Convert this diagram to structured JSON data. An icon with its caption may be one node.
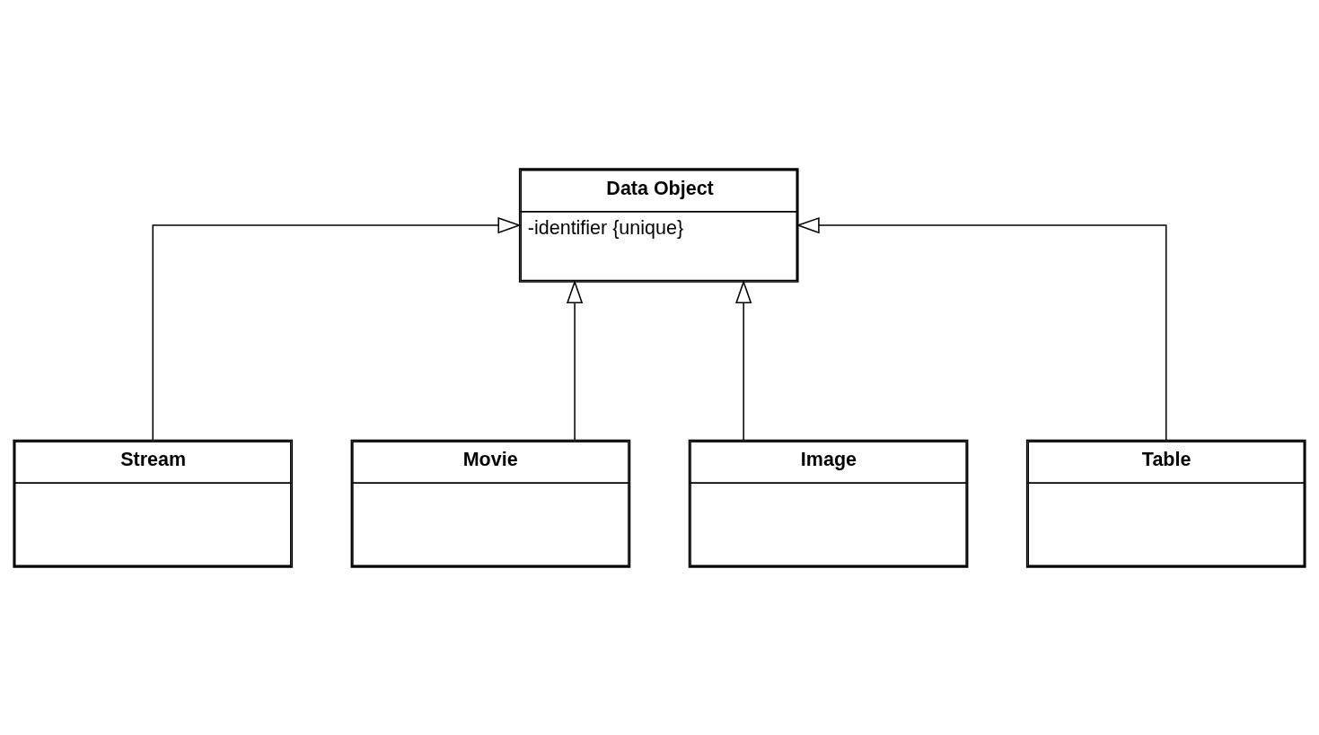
{
  "diagram": {
    "nodes": [
      {
        "text": [
          "Data Object",
          "-identifier {unique}"
        ]
      },
      {
        "text": [
          "Stream"
        ]
      },
      {
        "text": [
          "Movie"
        ]
      },
      {
        "text": [
          "Image"
        ]
      },
      {
        "text": [
          "Table"
        ]
      }
    ],
    "edges": [
      {
        "from": 1,
        "to": 0,
        "arrow": "to"
      },
      {
        "from": 2,
        "to": 0,
        "arrow": "to"
      },
      {
        "from": 3,
        "to": 0,
        "arrow": "to"
      },
      {
        "from": 4,
        "to": 0,
        "arrow": "to"
      }
    ]
  }
}
